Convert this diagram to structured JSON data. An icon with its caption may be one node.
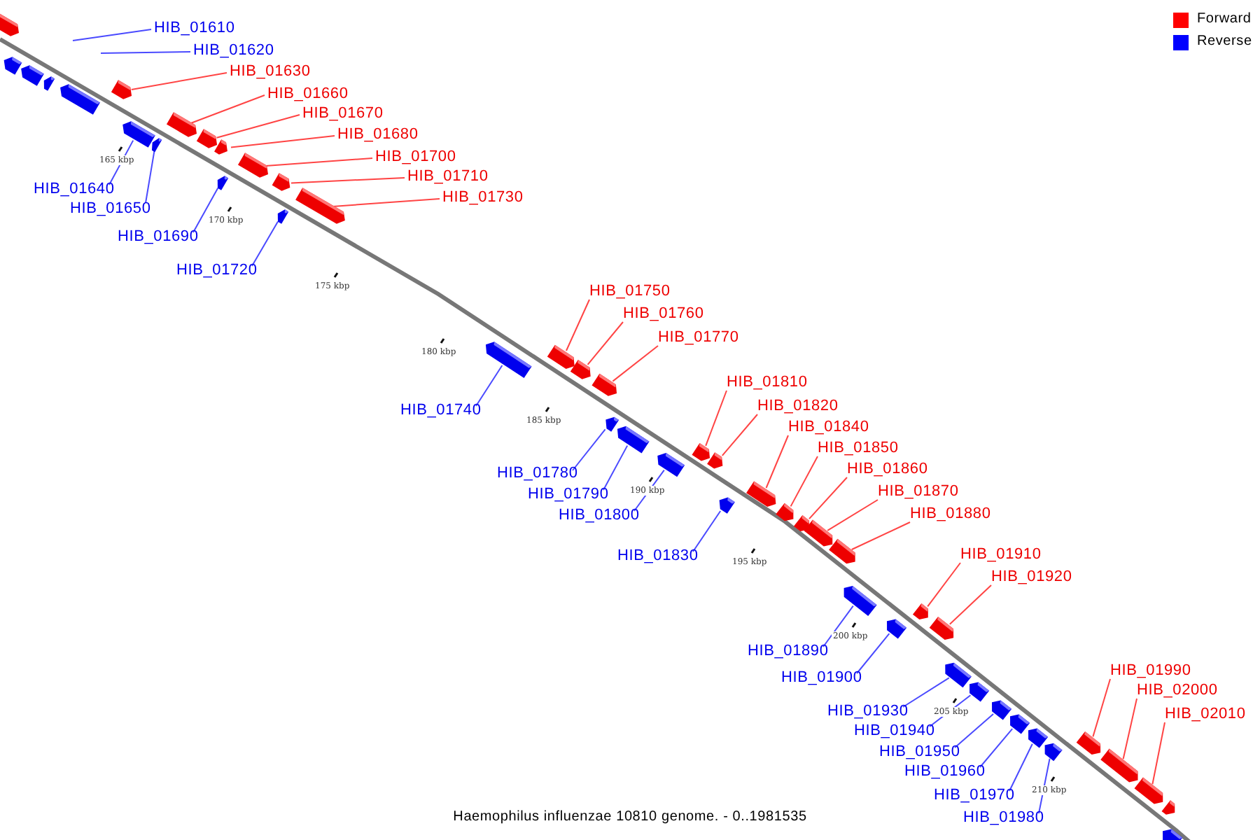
{
  "diagram": {
    "caption": "Haemophilus influenzae 10810 genome. - 0..1981535",
    "nodes": [
      {
        "text": [],
        "shape": "bar"
      },
      {
        "text": [],
        "shape": "bar"
      },
      {
        "text": [],
        "shape": "bar"
      },
      {
        "text": [],
        "shape": "bar"
      },
      {
        "text": [],
        "shape": "bar"
      },
      {
        "text": [
          "HIB_01610"
        ]
      },
      {
        "text": [
          "HIB_01620"
        ]
      },
      {
        "text": [
          "HIB_01630"
        ]
      },
      {
        "text": [],
        "shape": "bar"
      },
      {
        "text": [
          "HIB_01640"
        ]
      },
      {
        "text": [],
        "shape": "bar"
      },
      {
        "text": [
          "HIB_01650"
        ]
      },
      {
        "text": [],
        "shape": "bar"
      },
      {
        "text": [
          "HIB_01660"
        ]
      },
      {
        "text": [],
        "shape": "bar"
      },
      {
        "text": [
          "HIB_01670"
        ]
      },
      {
        "text": [],
        "shape": "bar"
      },
      {
        "text": [
          "HIB_01680"
        ]
      },
      {
        "text": [],
        "shape": "bar"
      },
      {
        "text": [
          "HIB_01690"
        ]
      },
      {
        "text": [],
        "shape": "bar"
      },
      {
        "text": [
          "HIB_01700"
        ]
      },
      {
        "text": [],
        "shape": "bar"
      },
      {
        "text": [
          "HIB_01710"
        ]
      },
      {
        "text": [],
        "shape": "bar"
      },
      {
        "text": [
          "HIB_01720"
        ]
      },
      {
        "text": [],
        "shape": "bar"
      },
      {
        "text": [
          "HIB_01730"
        ]
      },
      {
        "text": [],
        "shape": "bar"
      },
      {
        "text": [
          "HIB_01740"
        ]
      },
      {
        "text": [],
        "shape": "bar"
      },
      {
        "text": [
          "HIB_01750"
        ]
      },
      {
        "text": [],
        "shape": "bar"
      },
      {
        "text": [
          "HIB_01760"
        ]
      },
      {
        "text": [],
        "shape": "bar"
      },
      {
        "text": [
          "HIB_01770"
        ]
      },
      {
        "text": [],
        "shape": "bar"
      },
      {
        "text": [
          "HIB_01780"
        ]
      },
      {
        "text": [],
        "shape": "bar"
      },
      {
        "text": [
          "HIB_01790"
        ]
      },
      {
        "text": [],
        "shape": "bar"
      },
      {
        "text": [
          "HIB_01800"
        ]
      },
      {
        "text": [],
        "shape": "bar"
      },
      {
        "text": [
          "HIB_01810"
        ]
      },
      {
        "text": [],
        "shape": "bar"
      },
      {
        "text": [
          "HIB_01820"
        ]
      },
      {
        "text": [],
        "shape": "bar"
      },
      {
        "text": [
          "HIB_01830"
        ]
      },
      {
        "text": [],
        "shape": "bar"
      },
      {
        "text": [
          "HIB_01840"
        ]
      },
      {
        "text": [],
        "shape": "bar"
      },
      {
        "text": [
          "HIB_01850"
        ]
      },
      {
        "text": [],
        "shape": "bar"
      },
      {
        "text": [
          "HIB_01860"
        ]
      },
      {
        "text": [],
        "shape": "bar"
      },
      {
        "text": [
          "HIB_01870"
        ]
      },
      {
        "text": [],
        "shape": "bar"
      },
      {
        "text": [
          "HIB_01880"
        ]
      },
      {
        "text": [],
        "shape": "bar"
      },
      {
        "text": [
          "HIB_01890"
        ]
      },
      {
        "text": [],
        "shape": "bar"
      },
      {
        "text": [
          "HIB_01900"
        ]
      },
      {
        "text": [],
        "shape": "bar"
      },
      {
        "text": [
          "HIB_01910"
        ]
      },
      {
        "text": [],
        "shape": "bar"
      },
      {
        "text": [
          "HIB_01920"
        ]
      },
      {
        "text": [],
        "shape": "bar"
      },
      {
        "text": [
          "HIB_01930"
        ]
      },
      {
        "text": [],
        "shape": "bar"
      },
      {
        "text": [
          "HIB_01940"
        ]
      },
      {
        "text": [],
        "shape": "bar"
      },
      {
        "text": [
          "HIB_01950"
        ]
      },
      {
        "text": [],
        "shape": "bar"
      },
      {
        "text": [
          "HIB_01960"
        ]
      },
      {
        "text": [],
        "shape": "bar"
      },
      {
        "text": [
          "HIB_01970"
        ]
      },
      {
        "text": [],
        "shape": "bar"
      },
      {
        "text": [
          "HIB_01980"
        ]
      },
      {
        "text": [],
        "shape": "bar"
      },
      {
        "text": [
          "HIB_01990"
        ]
      },
      {
        "text": [],
        "shape": "bar"
      },
      {
        "text": [
          "HIB_02000"
        ]
      },
      {
        "text": [],
        "shape": "bar"
      },
      {
        "text": [
          "HIB_02010"
        ]
      },
      {
        "text": [],
        "shape": "bar"
      },
      {
        "text": [],
        "shape": "bar"
      },
      {
        "text": [],
        "shape": "bar"
      }
    ],
    "edges": [
      {
        "from": 5,
        "to": null,
        "arrow": "none",
        "color": "#4a4aff"
      },
      {
        "from": 6,
        "to": null,
        "arrow": "none",
        "color": "#4a4aff"
      },
      {
        "from": 7,
        "to": 8,
        "arrow": "none"
      },
      {
        "from": 9,
        "to": 10,
        "arrow": "none",
        "color": "#4a4aff"
      },
      {
        "from": 11,
        "to": 12,
        "arrow": "none",
        "color": "#4a4aff"
      },
      {
        "from": 13,
        "to": 14,
        "arrow": "none"
      },
      {
        "from": 15,
        "to": 16,
        "arrow": "none"
      },
      {
        "from": 17,
        "to": 18,
        "arrow": "none"
      },
      {
        "from": 19,
        "to": 20,
        "arrow": "none",
        "color": "#4a4aff"
      },
      {
        "from": 21,
        "to": 22,
        "arrow": "none"
      },
      {
        "from": 23,
        "to": 24,
        "arrow": "none"
      },
      {
        "from": 25,
        "to": 26,
        "arrow": "none",
        "color": "#4a4aff"
      },
      {
        "from": 27,
        "to": 28,
        "arrow": "none"
      },
      {
        "from": 29,
        "to": 30,
        "arrow": "none",
        "color": "#4a4aff"
      },
      {
        "from": 31,
        "to": 32,
        "arrow": "none"
      },
      {
        "from": 33,
        "to": 34,
        "arrow": "none"
      },
      {
        "from": 35,
        "to": 36,
        "arrow": "none"
      },
      {
        "from": 37,
        "to": 38,
        "arrow": "none",
        "color": "#4a4aff"
      },
      {
        "from": 39,
        "to": 40,
        "arrow": "none",
        "color": "#4a4aff"
      },
      {
        "from": 41,
        "to": 42,
        "arrow": "none",
        "color": "#4a4aff"
      },
      {
        "from": 43,
        "to": 44,
        "arrow": "none"
      },
      {
        "from": 45,
        "to": 46,
        "arrow": "none"
      },
      {
        "from": 47,
        "to": 48,
        "arrow": "none",
        "color": "#4a4aff"
      },
      {
        "from": 49,
        "to": 50,
        "arrow": "none"
      },
      {
        "from": 51,
        "to": 52,
        "arrow": "none"
      },
      {
        "from": 53,
        "to": 54,
        "arrow": "none"
      },
      {
        "from": 55,
        "to": 56,
        "arrow": "none"
      },
      {
        "from": 57,
        "to": 58,
        "arrow": "none"
      },
      {
        "from": 59,
        "to": 60,
        "arrow": "none",
        "color": "#4a4aff"
      },
      {
        "from": 61,
        "to": 62,
        "arrow": "none",
        "color": "#4a4aff"
      },
      {
        "from": 63,
        "to": 64,
        "arrow": "none"
      },
      {
        "from": 65,
        "to": 66,
        "arrow": "none"
      },
      {
        "from": 67,
        "to": 68,
        "arrow": "none",
        "color": "#4a4aff"
      },
      {
        "from": 69,
        "to": 70,
        "arrow": "none",
        "color": "#4a4aff"
      },
      {
        "from": 71,
        "to": 72,
        "arrow": "none",
        "color": "#4a4aff"
      },
      {
        "from": 73,
        "to": 74,
        "arrow": "none",
        "color": "#4a4aff"
      },
      {
        "from": 75,
        "to": 76,
        "arrow": "none",
        "color": "#4a4aff"
      },
      {
        "from": 77,
        "to": 78,
        "arrow": "none",
        "color": "#4a4aff"
      },
      {
        "from": 79,
        "to": 80,
        "arrow": "none"
      },
      {
        "from": 81,
        "to": 82,
        "arrow": "none"
      },
      {
        "from": 83,
        "to": 84,
        "arrow": "none"
      }
    ],
    "labels": [
      "165 kbp",
      "170 kbp",
      "175 kbp",
      "180 kbp",
      "185 kbp",
      "190 kbp",
      "195 kbp",
      "200 kbp",
      "205 kbp",
      "210 kbp"
    ],
    "legend": [
      {
        "text": "Forward",
        "color": "#ff0000"
      },
      {
        "text": "Reverse",
        "color": "#0000ff"
      }
    ]
  }
}
